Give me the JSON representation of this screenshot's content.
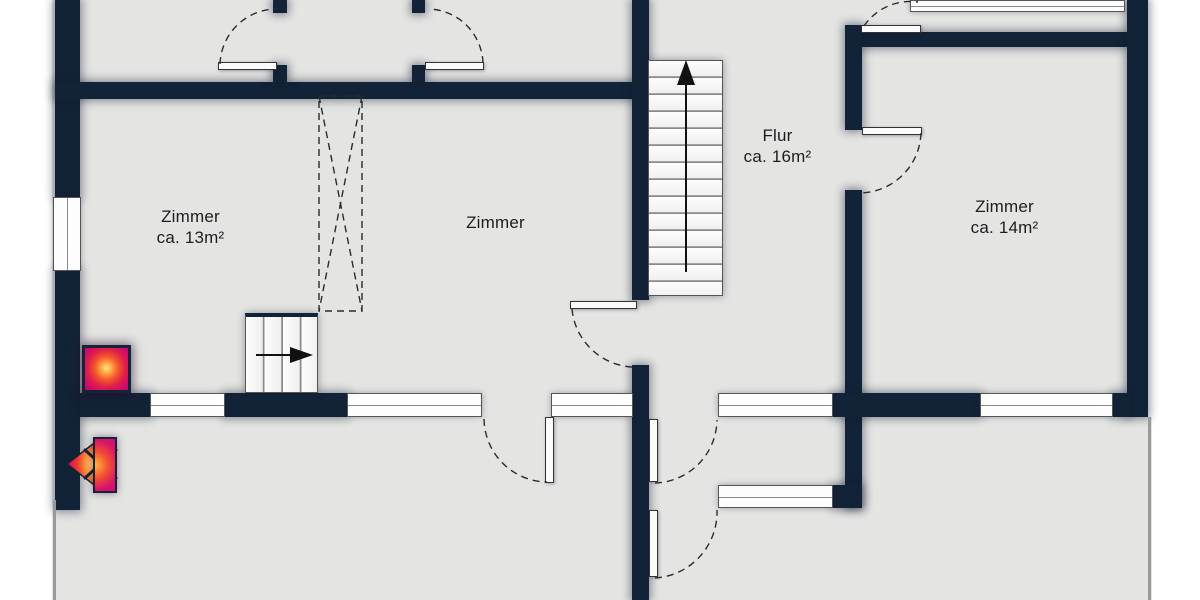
{
  "plan": {
    "title": "floor-plan",
    "rooms": [
      {
        "id": "zimmer-13",
        "label": "Zimmer",
        "area": "ca. 13m²"
      },
      {
        "id": "zimmer-mid",
        "label": "Zimmer",
        "area": ""
      },
      {
        "id": "flur",
        "label": "Flur",
        "area": "ca. 16m²"
      },
      {
        "id": "zimmer-14",
        "label": "Zimmer",
        "area": "ca. 14m²"
      }
    ],
    "stairs": {
      "main": {
        "direction": "up"
      },
      "small": {
        "direction": "right"
      }
    },
    "markers": [
      {
        "id": "glow-square",
        "type": "hotspot"
      },
      {
        "id": "glow-arrow",
        "type": "hotspot"
      }
    ],
    "colors": {
      "wall": "#132337",
      "floor": "#e4e5e3",
      "outside": "#ffffff",
      "marker_magenta": "#c9096e",
      "marker_glow": "#ffb347"
    }
  }
}
